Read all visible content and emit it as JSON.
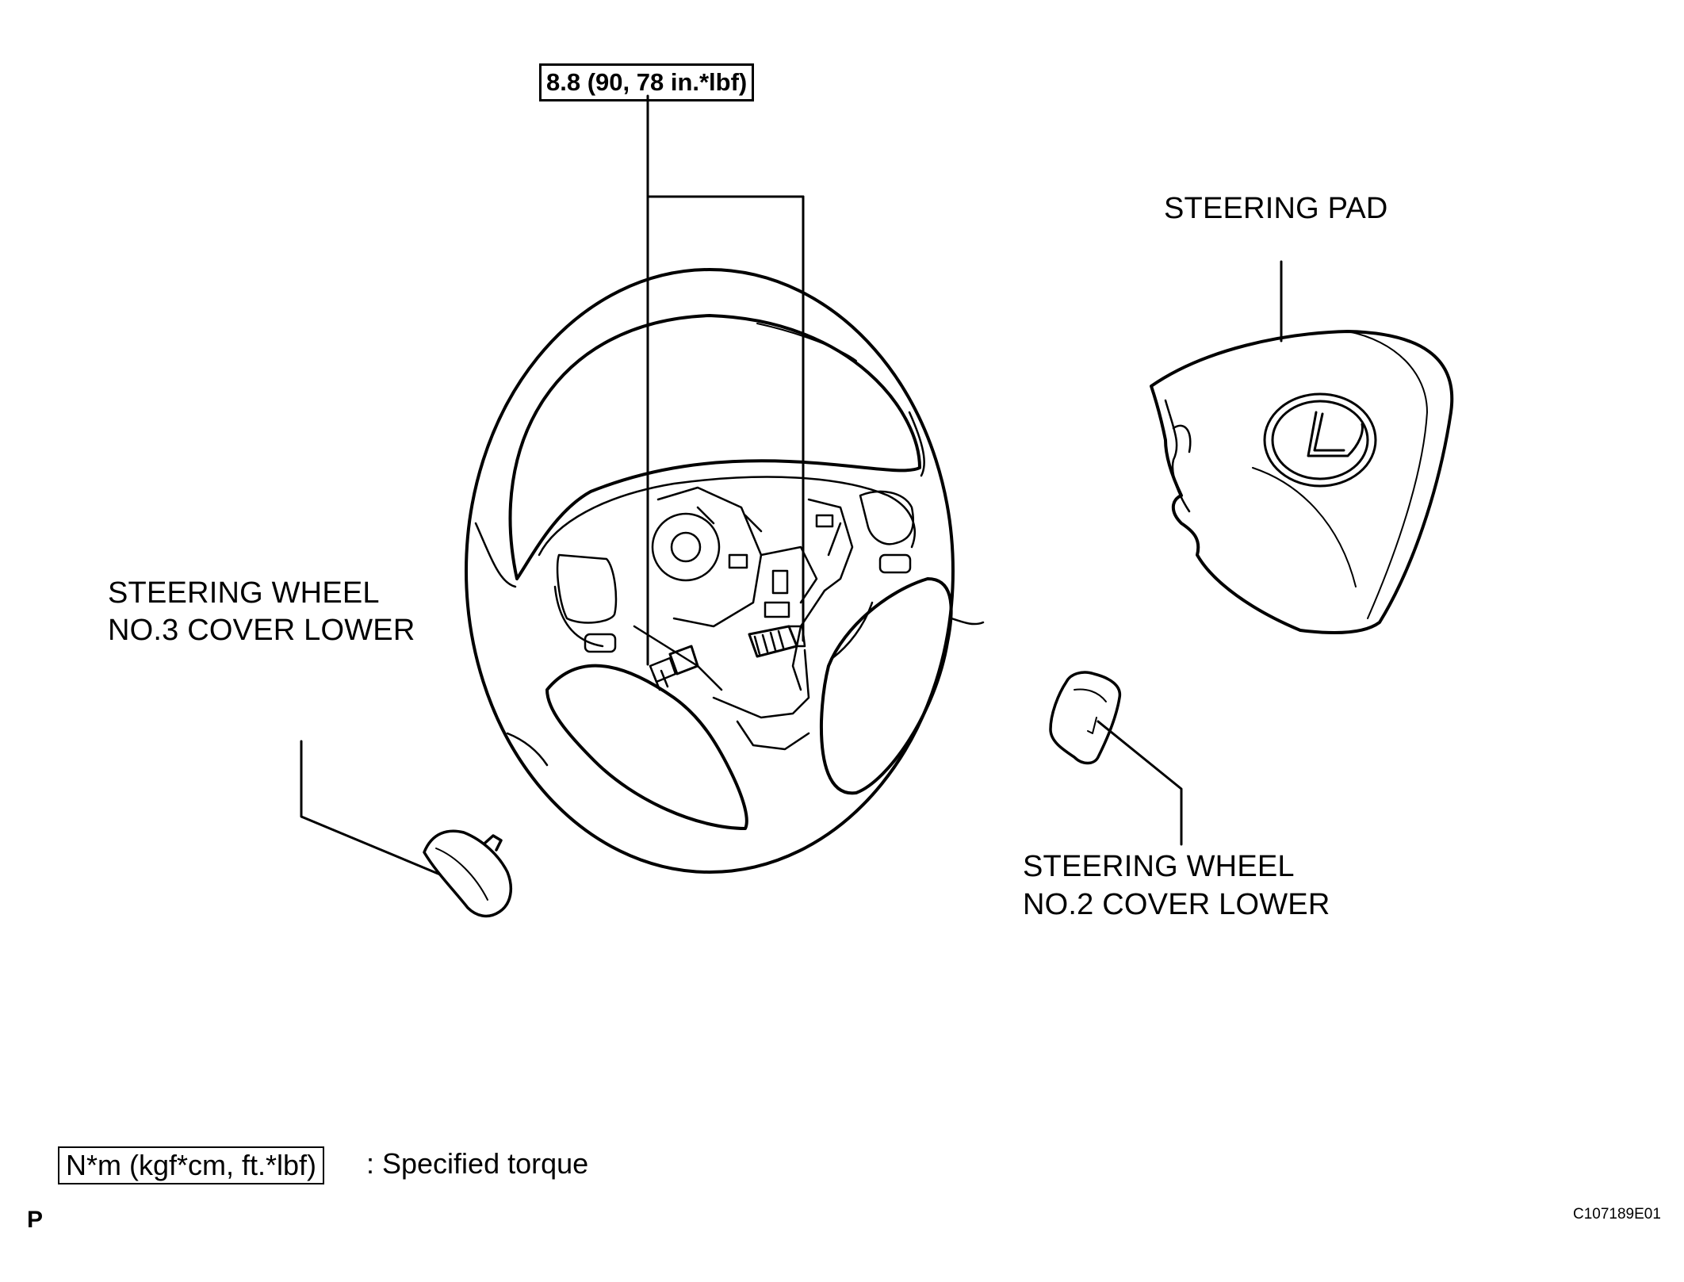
{
  "torque_callout": "8.8 (90, 78 in.*lbf)",
  "labels": {
    "steering_pad": "STEERING PAD",
    "cover3_line1": "STEERING WHEEL",
    "cover3_line2": "NO.3 COVER LOWER",
    "cover2_line1": "STEERING WHEEL",
    "cover2_line2": "NO.2 COVER LOWER"
  },
  "legend": {
    "box": "N*m (kgf*cm, ft.*lbf)",
    "text": ": Specified torque"
  },
  "footer": {
    "corner_mark": "P",
    "figure_id": "C107189E01"
  }
}
